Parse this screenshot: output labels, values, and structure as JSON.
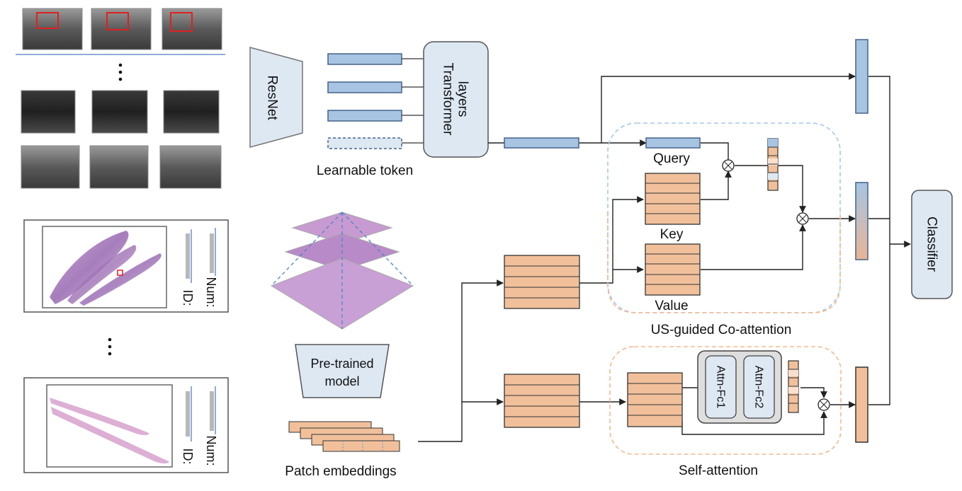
{
  "resnet": {
    "label": "ResNet"
  },
  "transformer": {
    "line1": "Transformer",
    "line2": "layers"
  },
  "learnable_token": {
    "label": "Learnable token"
  },
  "pretrained": {
    "line1": "Pre-trained",
    "line2": "model"
  },
  "patch_embeddings": {
    "label": "Patch embeddings"
  },
  "coattention": {
    "query": "Query",
    "key": "Key",
    "value": "Value",
    "caption": "US-guided Co-attention"
  },
  "selfattention": {
    "fc1": "Attn-Fc1",
    "fc2": "Attn-Fc2",
    "caption": "Self-attention"
  },
  "classifier": {
    "label": "Classifier"
  },
  "slides": {
    "card1": {
      "id_label": "ID:",
      "num_label": "Num:"
    },
    "card2": {
      "id_label": "ID:",
      "num_label": "Num:"
    }
  },
  "colors": {
    "blue_fill": "#a7c4e2",
    "blue_stroke": "#5b7fa8",
    "orange_fill": "#f1c09b",
    "orange_stroke": "#3a2a1a",
    "panel_fill": "#dde8f3",
    "panel_stroke": "#888888",
    "coattn_border": "#a9c6e6",
    "selfattn_border": "#f5b98e"
  }
}
